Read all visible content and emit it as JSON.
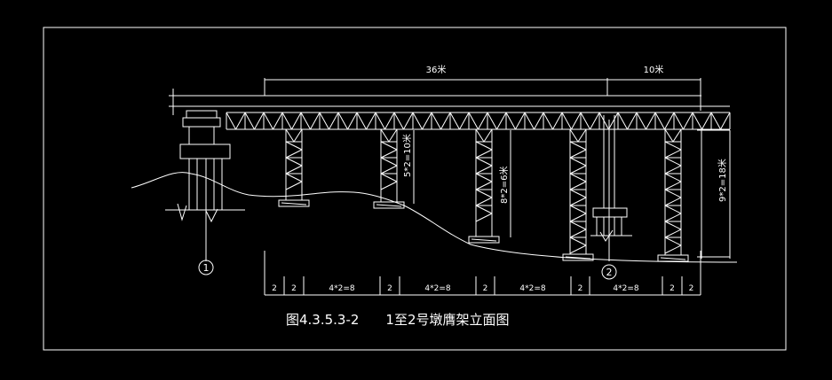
{
  "dimensions": {
    "total_span": "36米",
    "right_span": "10米",
    "h_pier1": "5*2=10米",
    "h_pier2": "8*2=6米",
    "h_pier4": "9*2=18米"
  },
  "bottom_segments": [
    "2",
    "2",
    "4*2=8",
    "2",
    "4*2=8",
    "2",
    "4*2=8",
    "2",
    "4*2=8",
    "2",
    "2"
  ],
  "labels": {
    "pier_1": "1",
    "pier_2": "2"
  },
  "caption": "图4.3.5.3-2　　1至2号墩膺架立面图",
  "colors": {
    "background": "#000000",
    "lines": "#ffffff"
  }
}
